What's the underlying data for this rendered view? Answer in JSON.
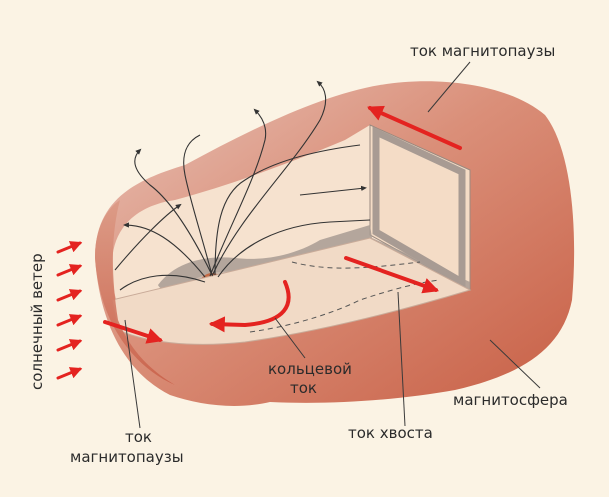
{
  "labels": {
    "magnetopause_current_top": "ток магнитопаузы",
    "solar_wind": "солнечный ветер",
    "ring_current_line1": "кольцевой",
    "ring_current_line2": "ток",
    "magnetosphere": "магнитосфера",
    "tail_current": "ток хвоста",
    "magnetopause_current_bottom_line1": "ток",
    "magnetopause_current_bottom_line2": "магнитопаузы"
  },
  "colors": {
    "background": "#fbf3e4",
    "shell_outer": "#d06a4f",
    "shell_top": "#e4bcb1",
    "cavity": "#f6e2cf",
    "plasma_sheet": "#a89b93",
    "current_arrow": "#e42320",
    "earth": "#c0502e"
  }
}
